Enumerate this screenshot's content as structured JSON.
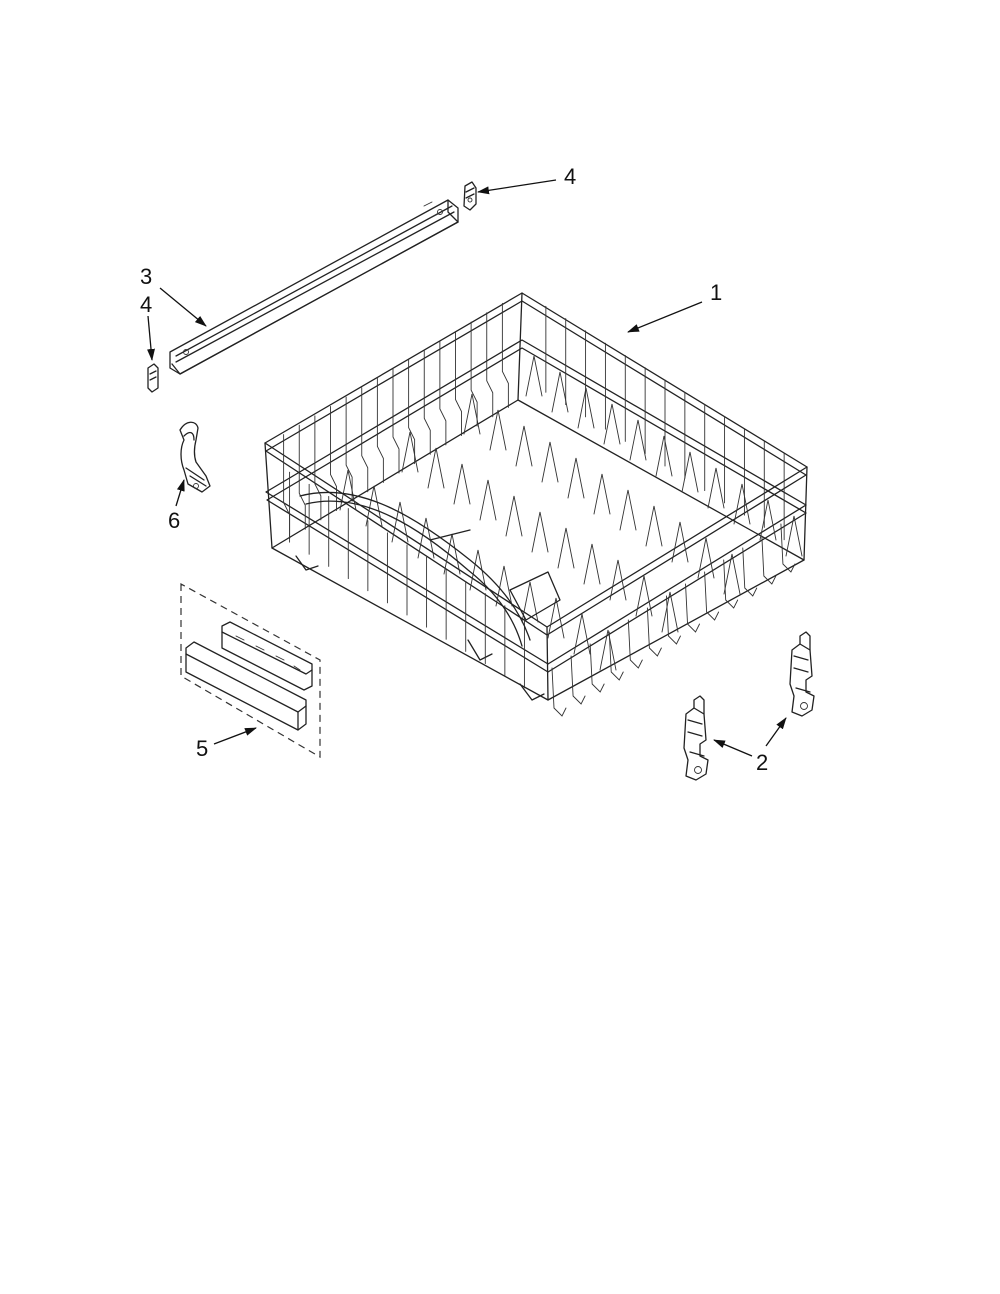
{
  "callouts": [
    {
      "id": "1",
      "text": "1"
    },
    {
      "id": "2",
      "text": "2"
    },
    {
      "id": "3",
      "text": "3"
    },
    {
      "id": "4a",
      "text": "4"
    },
    {
      "id": "4b",
      "text": "4"
    },
    {
      "id": "5",
      "text": "5"
    },
    {
      "id": "6",
      "text": "6"
    }
  ],
  "parts": [
    {
      "id": "1",
      "name": "dish-rack-icon"
    },
    {
      "id": "2",
      "name": "rack-adjuster-icon"
    },
    {
      "id": "3",
      "name": "track-rail-icon"
    },
    {
      "id": "4",
      "name": "track-stop-icon"
    },
    {
      "id": "5",
      "name": "rack-handle-kit-icon"
    },
    {
      "id": "6",
      "name": "spray-tube-clip-icon"
    }
  ]
}
